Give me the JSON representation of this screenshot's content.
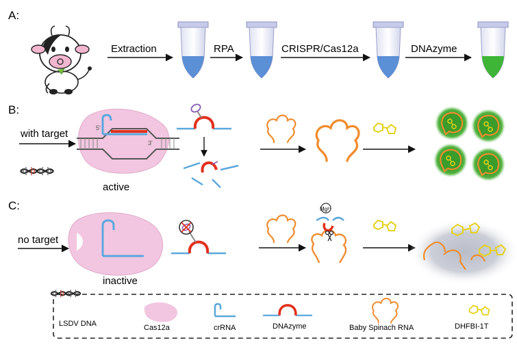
{
  "panels": {
    "a": {
      "label": "A:",
      "steps": [
        "Extraction",
        "RPA",
        "CRISPR/Cas12a",
        "DNAzyme"
      ]
    },
    "b": {
      "label": "B:",
      "condition": "with target",
      "state": "active",
      "strand_end_5": "5'",
      "strand_end_3": "3'"
    },
    "c": {
      "label": "C:",
      "condition": "no target",
      "state": "inactive",
      "ion": "Mg²⁺"
    }
  },
  "legend": {
    "items": [
      {
        "label": "LSDV DNA",
        "icon": "dna-helix-icon"
      },
      {
        "label": "Cas12a",
        "icon": "cas12a-protein-icon"
      },
      {
        "label": "crRNA",
        "icon": "crrna-icon"
      },
      {
        "label": "DNAzyme",
        "icon": "dnazyme-icon"
      },
      {
        "label": "Baby Spinach RNA",
        "icon": "spinach-rna-icon"
      },
      {
        "label": "DHFBI-1T",
        "icon": "dye-molecule-icon"
      }
    ]
  },
  "colors": {
    "tube_liquid_blue": "#5b8fd6",
    "tube_liquid_green": "#3fb537",
    "protein_pink": "#f2c6e0",
    "crrna_blue": "#5aa8dc",
    "dnazyme_red": "#e2301c",
    "rna_orange": "#f08c2e",
    "dye_yellow": "#e5d21b",
    "glow_green": "#3ea72f"
  }
}
